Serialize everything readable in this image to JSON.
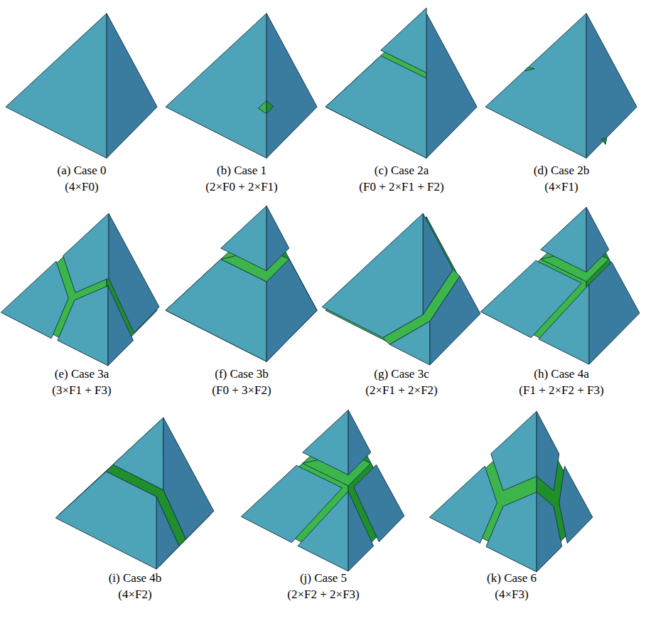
{
  "diagram": {
    "labels": [
      "(a) Case 0",
      "(4×F0)",
      "(b) Case 1",
      "(2×F0 + 2×F1)",
      "(c) Case 2a",
      "(F0 + 2×F1 + F2)",
      "(d) Case 2b",
      "(4×F1)",
      "(e) Case 3a",
      "(3×F1 + F3)",
      "(f) Case 3b",
      "(F0 + 3×F2)",
      "(g) Case 3c",
      "(2×F1 + 2×F2)",
      "(h) Case 4a",
      "(F1 + 2×F2 + F3)",
      "(i) Case 4b",
      "(4×F2)",
      "(j) Case 5",
      "(2×F2 + 2×F3)",
      "(k) Case 6",
      "(4×F3)"
    ]
  }
}
